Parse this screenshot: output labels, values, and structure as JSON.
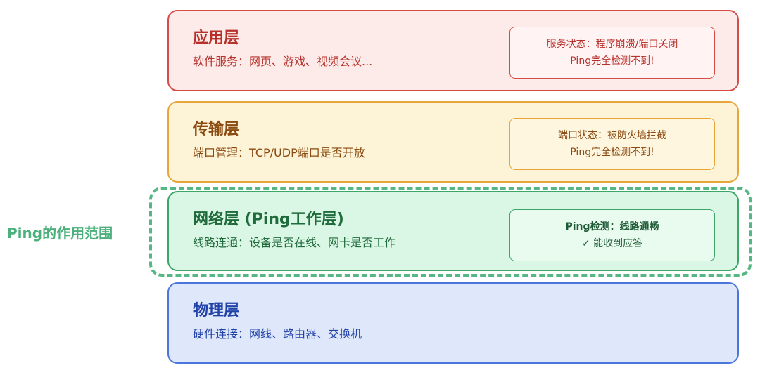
{
  "layers": [
    {
      "title": "应用层",
      "desc": "软件服务：网页、游戏、视频会议...",
      "status": [
        "服务状态：程序崩溃/端口关闭",
        "Ping完全检测不到!"
      ]
    },
    {
      "title": "传输层",
      "desc": "端口管理：TCP/UDP端口是否开放",
      "status": [
        "端口状态：被防火墙拦截",
        "Ping完全检测不到!"
      ]
    },
    {
      "title": "网络层 (Ping工作层)",
      "desc": "线路连通：设备是否在线、网卡是否工作",
      "status": [
        "Ping检测：线路通畅",
        "✓ 能收到应答"
      ]
    },
    {
      "title": "物理层",
      "desc": "硬件连接：网线、路由器、交换机"
    }
  ],
  "ping_scope_label": "Ping的作用范围",
  "colors": {
    "application": "#d64c46",
    "transport": "#e8a53a",
    "network": "#3ba666",
    "physical": "#4a76de",
    "ping_scope": "#56b784"
  }
}
